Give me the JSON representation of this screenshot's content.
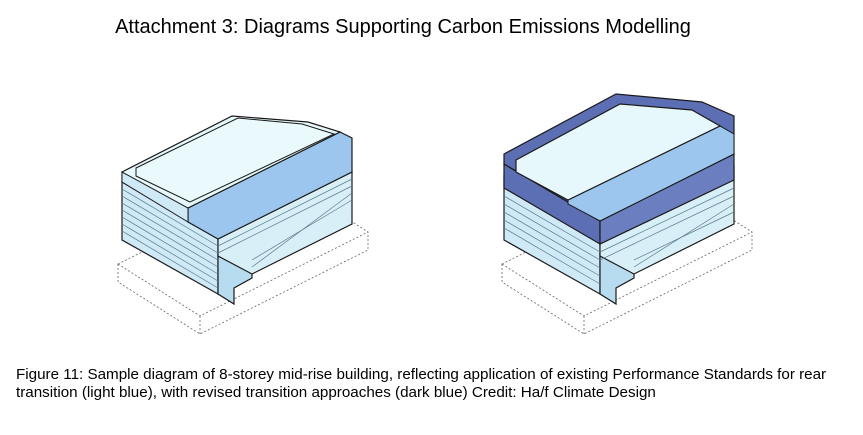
{
  "document": {
    "title": "Attachment 3:  Diagrams Supporting Carbon Emissions Modelling",
    "caption": "Figure 11: Sample diagram of 8-storey mid-rise building, reflecting application of existing Performance Standards for rear transition (light blue), with revised transition approaches (dark blue) Credit: Ha/f Climate Design"
  },
  "colors": {
    "light_blue": "#cfe9f6",
    "roof_top": "#e6f8fb",
    "step_blue": "#9cc6ee",
    "dark_blue": "#5d6fb4",
    "outline": "#1a1a1a"
  },
  "diagrams": [
    {
      "name": "building-existing-standards",
      "storeys": 8
    },
    {
      "name": "building-revised-transition",
      "storeys": 8
    }
  ]
}
